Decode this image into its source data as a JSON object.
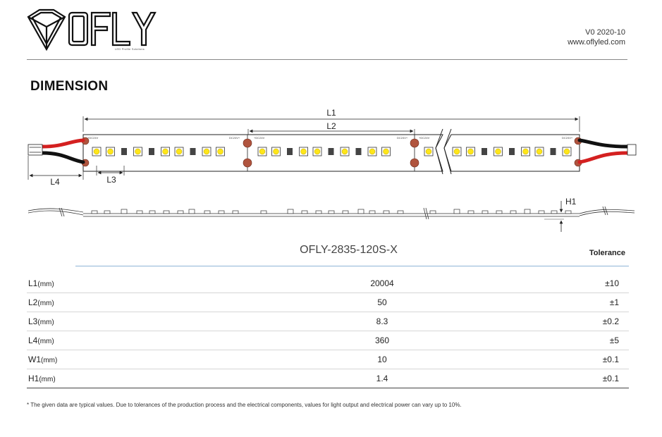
{
  "header": {
    "logo_text": "OFLY",
    "logo_tagline": "LED Profile Solutions",
    "version": "V0 2020-10",
    "website": "www.oflyled.com"
  },
  "section_title": "DIMENSION",
  "diagram": {
    "dims": {
      "l1": "L1",
      "l2": "L2",
      "l3": "L3",
      "l4": "L4",
      "h1": "H1"
    },
    "pad_label_plus": "+DC24V",
    "pad_label_minus": "DC24V+"
  },
  "spec": {
    "model": "OFLY-2835-120S-X",
    "tolerance_header": "Tolerance",
    "rows": [
      {
        "param": "L1",
        "unit": "(mm)",
        "value": "20004",
        "tolerance": "±10"
      },
      {
        "param": "L2",
        "unit": "(mm)",
        "value": "50",
        "tolerance": "±1"
      },
      {
        "param": "L3",
        "unit": "(mm)",
        "value": "8.3",
        "tolerance": "±0.2"
      },
      {
        "param": "L4",
        "unit": "(mm)",
        "value": "360",
        "tolerance": "±5"
      },
      {
        "param": "W1",
        "unit": "(mm)",
        "value": "10",
        "tolerance": "±0.1"
      },
      {
        "param": "H1",
        "unit": "(mm)",
        "value": "1.4",
        "tolerance": "±0.1"
      }
    ]
  },
  "footnote": "* The given data are typical values. Due to tolerances of the production process and the electrical components, values for light output and electrical power can vary up to 10%."
}
